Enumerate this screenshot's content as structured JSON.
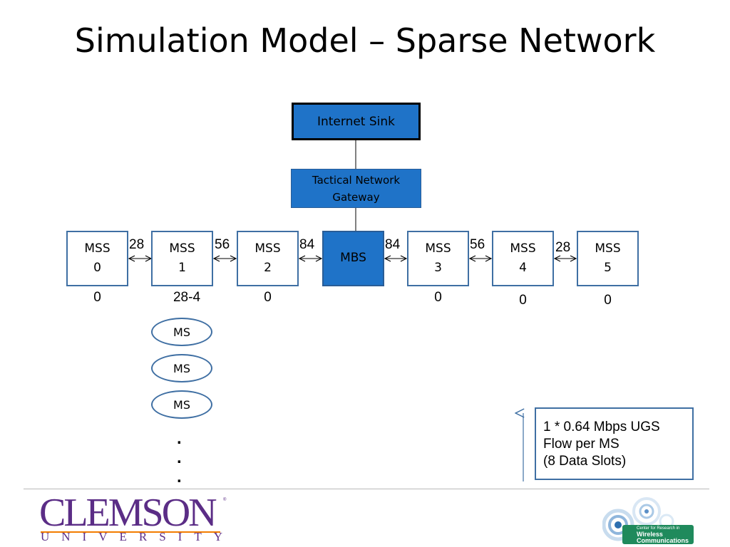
{
  "title": "Simulation Model – Sparse Network",
  "nodes": {
    "internet_sink": "Internet Sink",
    "gateway_line1": "Tactical Network",
    "gateway_line2": "Gateway",
    "mbs": "MBS",
    "mss": [
      {
        "name": "MSS",
        "id": "0"
      },
      {
        "name": "MSS",
        "id": "1"
      },
      {
        "name": "MSS",
        "id": "2"
      },
      {
        "name": "MSS",
        "id": "3"
      },
      {
        "name": "MSS",
        "id": "4"
      },
      {
        "name": "MSS",
        "id": "5"
      }
    ]
  },
  "link_labels": [
    "28",
    "56",
    "84",
    "84",
    "56",
    "28"
  ],
  "node_values": [
    "0",
    "28-4",
    "0",
    "0",
    "0",
    "0"
  ],
  "ms_nodes": [
    "MS",
    "MS",
    "MS"
  ],
  "dots": [
    ".",
    ".",
    "."
  ],
  "note": {
    "line1": "1 * 0.64 Mbps UGS",
    "line2": "Flow per MS",
    "line3": "(8 Data Slots)"
  },
  "footer": {
    "logo_main": "CLEMSON",
    "logo_sub": "UNIVERSITY",
    "logo_reg": "®",
    "cwrc_line1": "Center for Research in",
    "cwrc_line2": "Wireless",
    "cwrc_line3": "Communications"
  },
  "colors": {
    "node_fill": "#1f73c8",
    "border": "#3f6fa3",
    "clemson_purple": "#5b2d86",
    "clemson_orange": "#f27d00"
  }
}
